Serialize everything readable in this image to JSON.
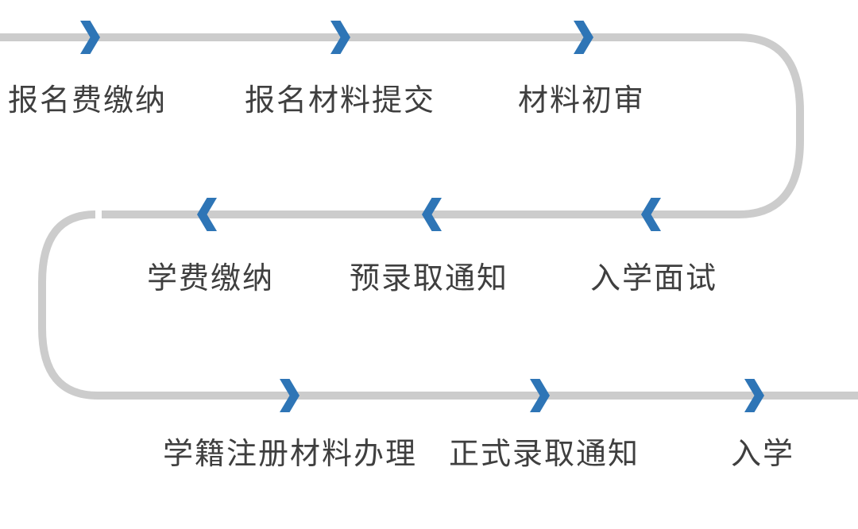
{
  "colors": {
    "background": "#FFFFFF",
    "line": "#CCCCCC",
    "arrow": "#2E75B6",
    "text": "#3F3F3F"
  },
  "flow": {
    "type": "snake-process-flowchart",
    "rows": [
      {
        "direction": "right",
        "arrow_icon": "chevron-right-icon",
        "steps": [
          {
            "label": "报名费缴纳"
          },
          {
            "label": "报名材料提交"
          },
          {
            "label": "材料初审"
          }
        ]
      },
      {
        "direction": "left",
        "arrow_icon": "chevron-left-icon",
        "steps": [
          {
            "label": "学费缴纳"
          },
          {
            "label": "预录取通知"
          },
          {
            "label": "入学面试"
          }
        ]
      },
      {
        "direction": "right",
        "arrow_icon": "chevron-right-icon",
        "steps": [
          {
            "label": "学籍注册材料办理"
          },
          {
            "label": "正式录取通知"
          },
          {
            "label": "入学"
          }
        ]
      }
    ],
    "sequence": [
      "报名费缴纳",
      "报名材料提交",
      "材料初审",
      "入学面试",
      "预录取通知",
      "学费缴纳",
      "学籍注册材料办理",
      "正式录取通知",
      "入学"
    ]
  }
}
